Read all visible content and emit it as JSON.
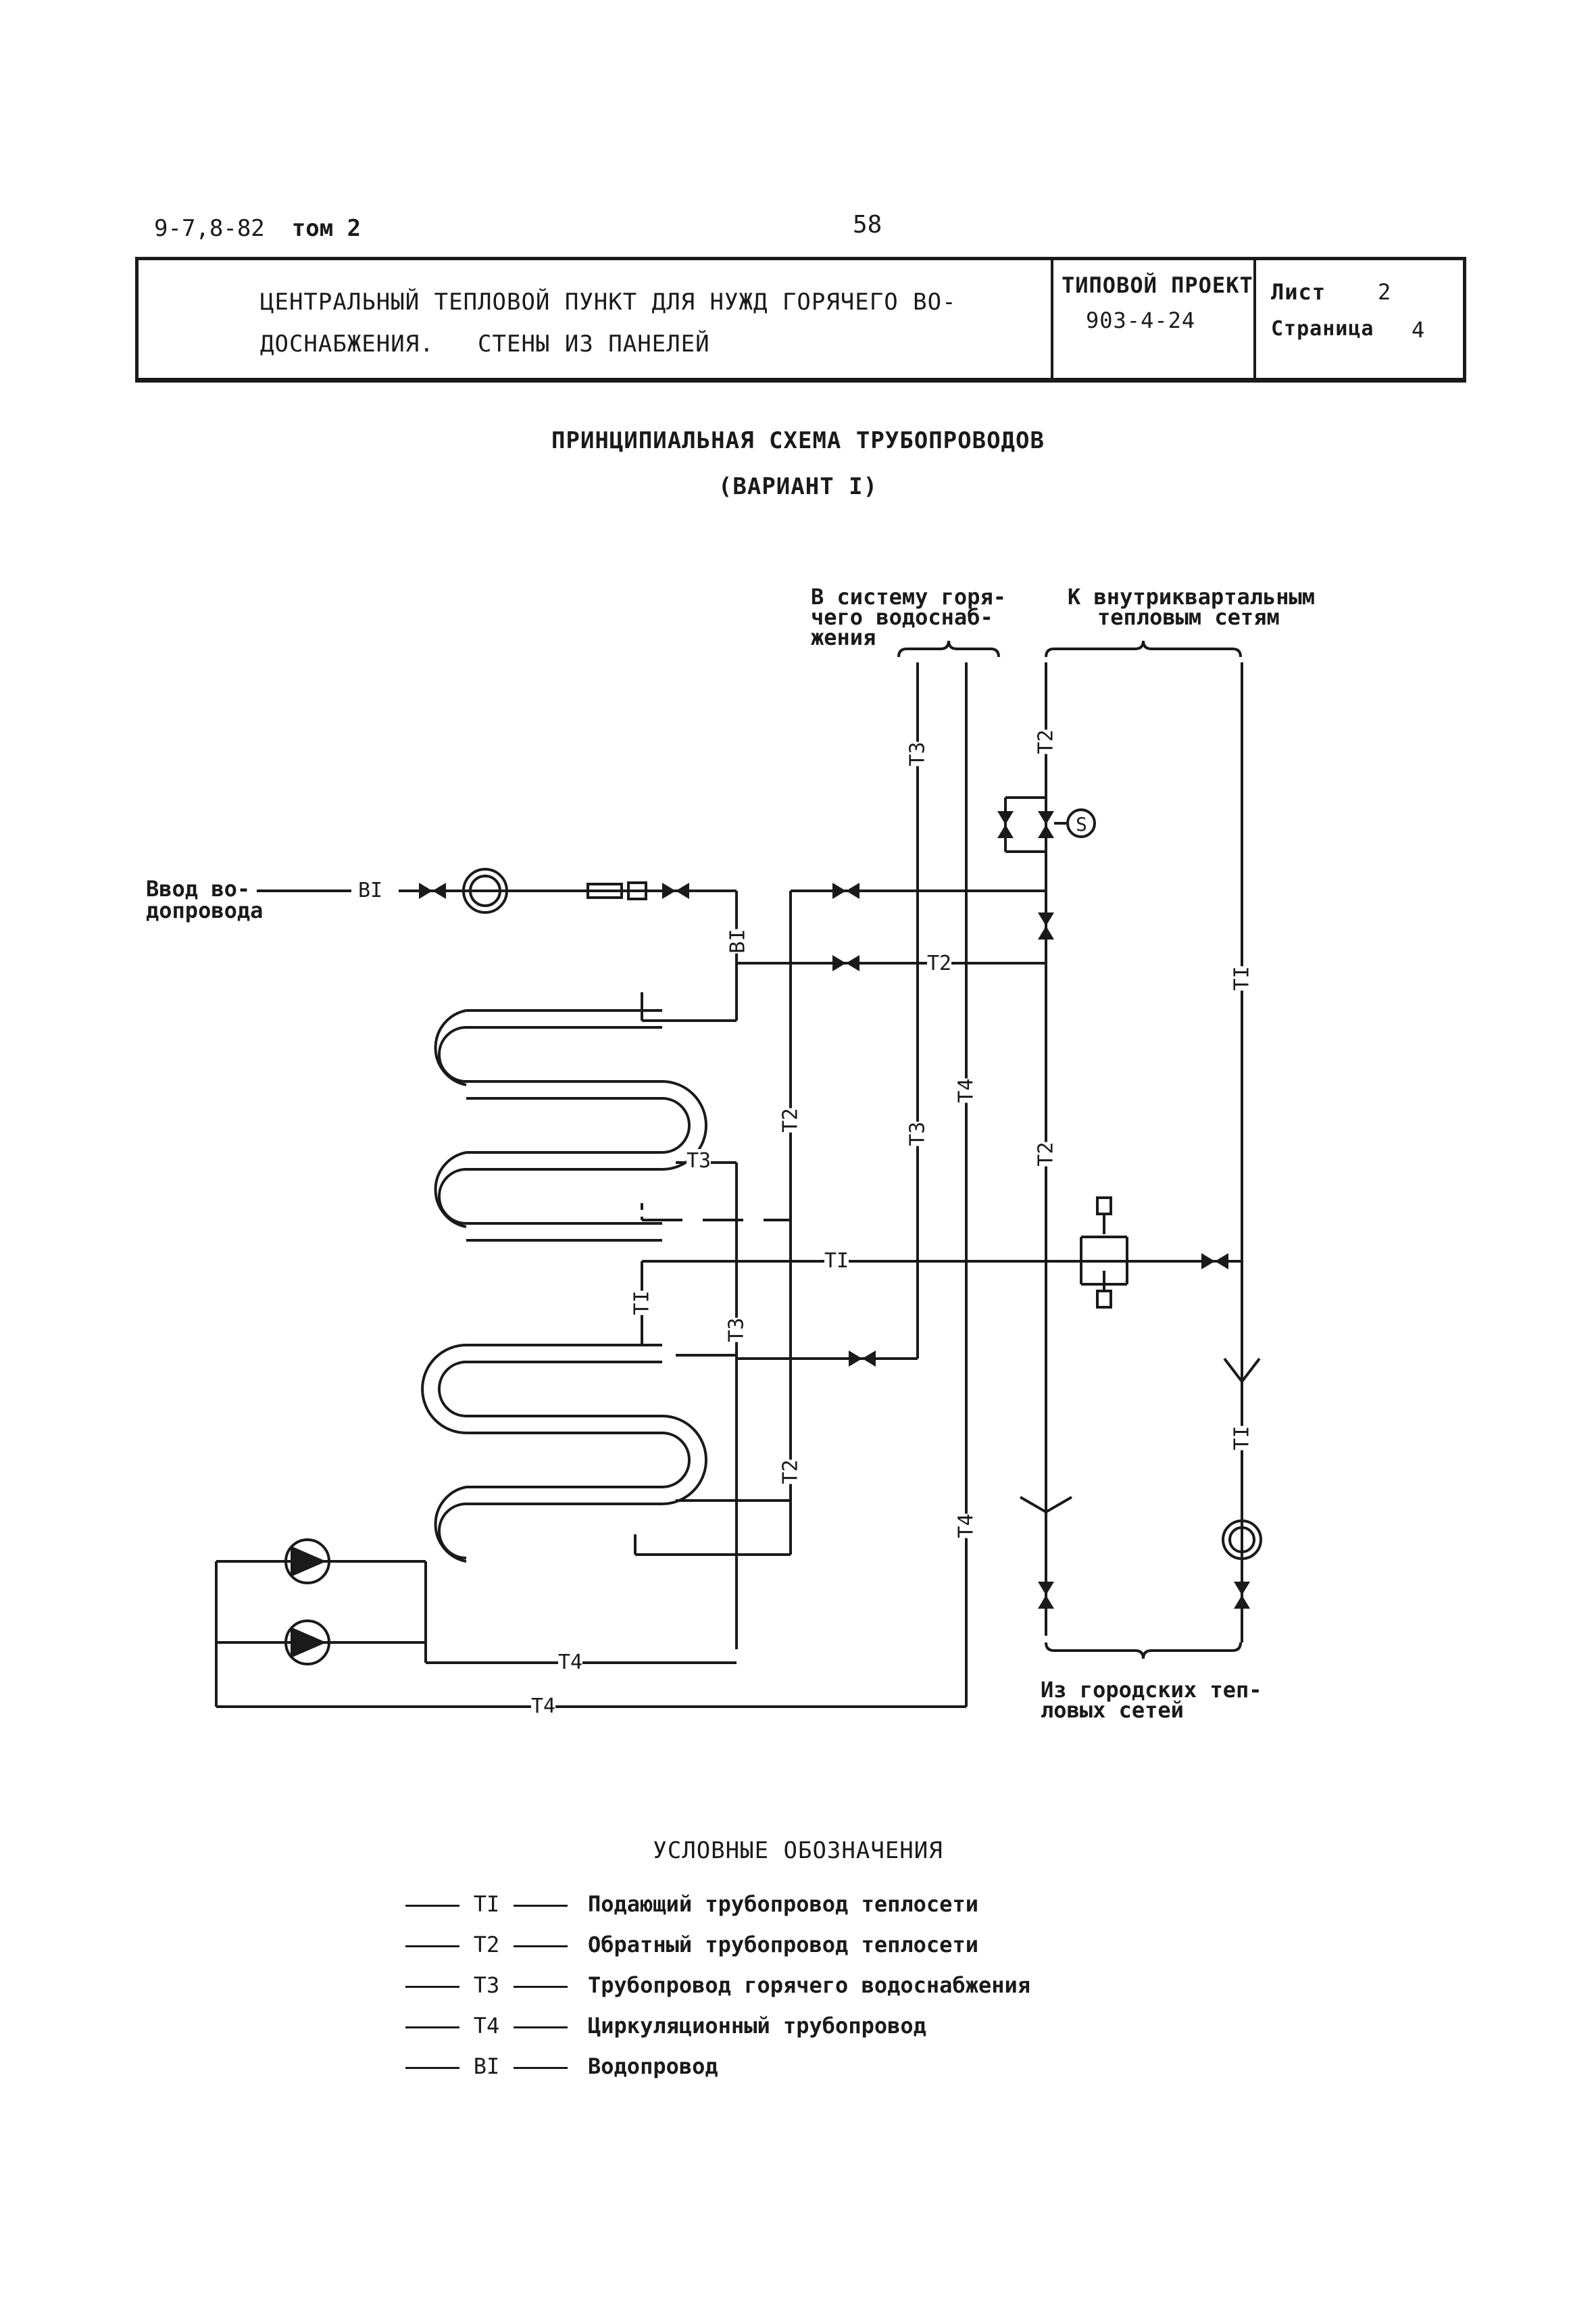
{
  "header": {
    "code": "9-7,8-82",
    "volume": "том 2",
    "page_number": "58",
    "title_line1": "ЦЕНТРАЛЬНЫЙ ТЕПЛОВОЙ ПУНКТ ДЛЯ НУЖД ГОРЯЧЕГО ВО-",
    "title_line2": "ДОСНАБЖЕНИЯ.   СТЕНЫ ИЗ ПАНЕЛЕЙ",
    "project_label": "ТИПОВОЙ ПРОЕКТ",
    "project_number": "903-4-24",
    "sheet_label": "Лист",
    "sheet_number": "2",
    "page_label": "Страница",
    "page_value": "4"
  },
  "diagram": {
    "title": "ПРИНЦИПИАЛЬНАЯ СХЕМА ТРУБОПРОВОДОВ",
    "subtitle": "(ВАРИАНТ I)",
    "labels": {
      "hot_water_1": "В систему горя-",
      "hot_water_2": "чего водоснаб-",
      "hot_water_3": "жения",
      "network_out_1": "К внутриквартальным",
      "network_out_2": "тепловым сетям",
      "water_in_1": "Ввод во-",
      "water_in_2": "допровода",
      "city_1": "Из городских теп-",
      "city_2": "ловых сетей"
    },
    "pipes": {
      "t1": "TI",
      "t2": "T2",
      "t3": "T3",
      "t4": "T4",
      "b1": "BI"
    }
  },
  "legend": {
    "title": "УСЛОВНЫЕ ОБОЗНАЧЕНИЯ",
    "items": [
      {
        "code": "TI",
        "desc": "Подающий трубопровод теплосети"
      },
      {
        "code": "T2",
        "desc": "Обратный трубопровод теплосети"
      },
      {
        "code": "T3",
        "desc": "Трубопровод горячего водоснабжения"
      },
      {
        "code": "T4",
        "desc": "Циркуляционный трубопровод"
      },
      {
        "code": "BI",
        "desc": "Водопровод"
      }
    ]
  }
}
